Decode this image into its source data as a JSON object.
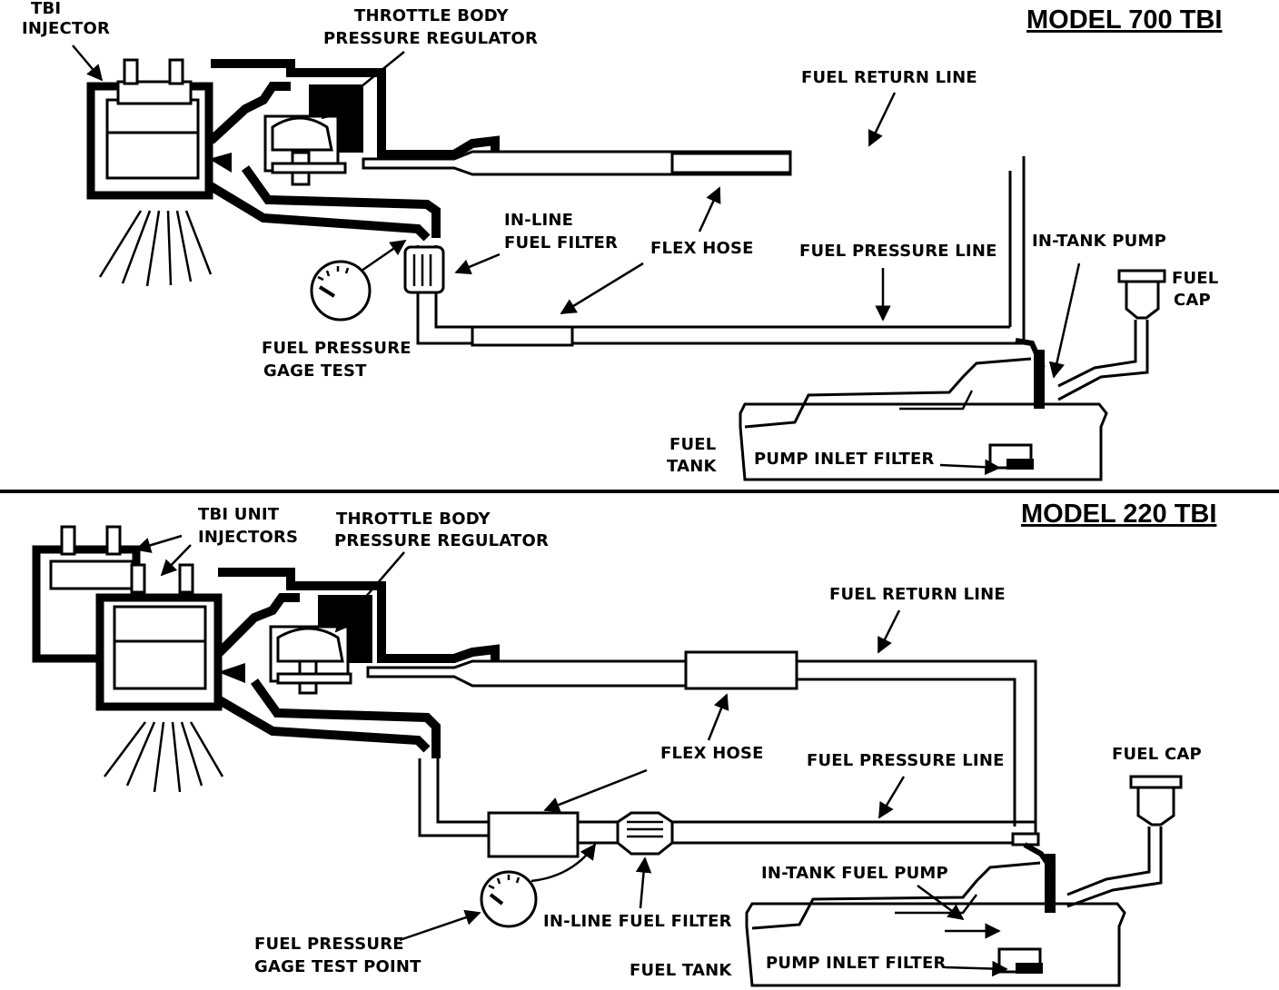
{
  "panels": [
    {
      "title": "MODEL 700 TBI",
      "labels": {
        "injector_1": "TBI",
        "injector_2": "INJECTOR",
        "regulator_1": "THROTTLE BODY",
        "regulator_2": "PRESSURE REGULATOR",
        "return_line": "FUEL RETURN LINE",
        "filter_1": "IN-LINE",
        "filter_2": "FUEL FILTER",
        "flex_hose": "FLEX HOSE",
        "pressure_line": "FUEL PRESSURE LINE",
        "pump": "IN-TANK PUMP",
        "cap_1": "FUEL",
        "cap_2": "CAP",
        "gage_1": "FUEL PRESSURE",
        "gage_2": "GAGE TEST",
        "tank_1": "FUEL",
        "tank_2": "TANK",
        "inlet_filter": "PUMP INLET FILTER"
      }
    },
    {
      "title": "MODEL 220 TBI",
      "labels": {
        "injector_1": "TBI UNIT",
        "injector_2": "INJECTORS",
        "regulator_1": "THROTTLE BODY",
        "regulator_2": "PRESSURE REGULATOR",
        "return_line": "FUEL RETURN LINE",
        "flex_hose": "FLEX HOSE",
        "pressure_line": "FUEL PRESSURE LINE",
        "cap": "FUEL CAP",
        "pump": "IN-TANK  FUEL PUMP",
        "filter": "IN-LINE FUEL FILTER",
        "gage_1": "FUEL PRESSURE",
        "gage_2": "GAGE TEST POINT",
        "tank": "FUEL TANK",
        "inlet_filter": "PUMP INLET FILTER"
      }
    }
  ]
}
